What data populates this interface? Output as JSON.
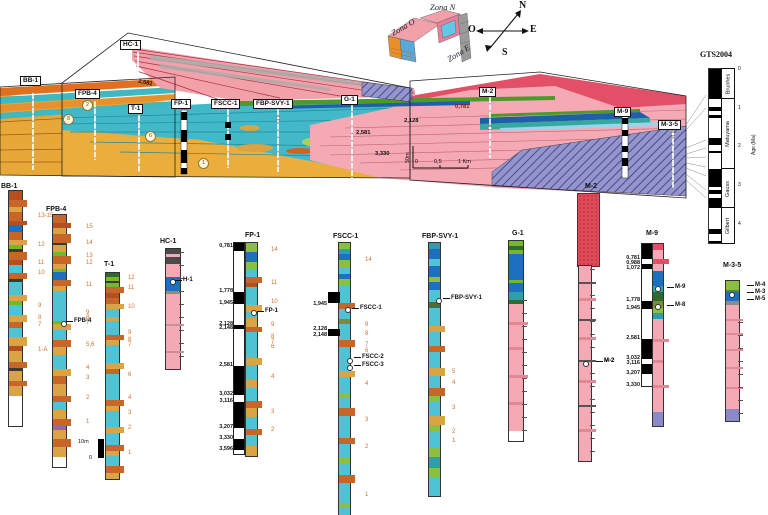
{
  "inset": {
    "zona_o": "Zona O",
    "zona_n": "Zona N",
    "zona_e": "Zona E",
    "compass": {
      "n": "N",
      "e": "E",
      "s": "S",
      "o": "O"
    }
  },
  "section": {
    "wells": {
      "bb1": "BB-1",
      "fpb4": "FPB-4",
      "t1": "T-1",
      "hc1": "HC-1",
      "fp1": "FP-1",
      "fscc1": "FSCC-1",
      "fbpsvy1": "FBP-SVY-1",
      "g1": "G-1",
      "m2": "M-2",
      "m9": "M-9",
      "m35": "M-3-5"
    },
    "age_labels": {
      "fan": "2,581",
      "top_red": "0,781",
      "a2128": "2,128",
      "a2581": "2,581",
      "a3330": "3,330"
    },
    "scale": {
      "v": "50m",
      "h0": "0",
      "h05": "0,5",
      "h1": "1 Km"
    },
    "circles": [
      "2",
      "8",
      "6",
      "1"
    ]
  },
  "gts": {
    "title": "GTS2004",
    "chrons": [
      "Brunhes",
      "Matuyama",
      "Gauss",
      "Gilbert"
    ],
    "axis": "Age (Ma)",
    "ticks": [
      "0",
      "1",
      "2",
      "3",
      "4"
    ],
    "polarity": [
      [
        "#000",
        30
      ],
      [
        "#fff",
        8
      ],
      [
        "#000",
        4
      ],
      [
        "#fff",
        4
      ],
      [
        "#000",
        3
      ],
      [
        "#fff",
        20
      ],
      [
        "#000",
        7
      ],
      [
        "#fff",
        6
      ],
      [
        "#000",
        2
      ],
      [
        "#fff",
        16
      ],
      [
        "#000",
        18
      ],
      [
        "#fff",
        3
      ],
      [
        "#000",
        4
      ],
      [
        "#fff",
        4
      ],
      [
        "#000",
        10
      ],
      [
        "#fff",
        21
      ],
      [
        "#000",
        5
      ],
      [
        "#fff",
        7
      ],
      [
        "#000",
        2
      ]
    ]
  },
  "scalebar": {
    "v": "10m",
    "zero": "0"
  },
  "logs": {
    "bb1": {
      "title": "BB-1",
      "units": [
        "13-15",
        "12",
        "11",
        "10",
        "9",
        "8",
        "7",
        "1-A"
      ],
      "bands": [
        [
          "#B5501E",
          9
        ],
        [
          "#C8662A",
          7,
          18
        ],
        [
          "#D9A445",
          5
        ],
        [
          "#C8662A",
          9
        ],
        [
          "#B5501E",
          4,
          18
        ],
        [
          "#1D6FC0",
          7
        ],
        [
          "#C8662A",
          8
        ],
        [
          "#D9A445",
          5,
          18
        ],
        [
          "#76B82A",
          4
        ],
        [
          "#3A3A3A",
          3
        ],
        [
          "#C8662A",
          8,
          18
        ],
        [
          "#B5501E",
          5
        ],
        [
          "#4FC3D4",
          8
        ],
        [
          "#C8662A",
          6,
          18
        ],
        [
          "#3A3A3A",
          3
        ],
        [
          "#4FC3D4",
          13
        ],
        [
          "#D9A445",
          6,
          18
        ],
        [
          "#76B82A",
          4
        ],
        [
          "#4FC3D4",
          10
        ],
        [
          "#D9A445",
          7,
          18
        ],
        [
          "#C8662A",
          6
        ],
        [
          "#4FC3D4",
          9
        ],
        [
          "#D9A445",
          9,
          18
        ],
        [
          "#B5501E",
          5
        ],
        [
          "#D9A445",
          11
        ],
        [
          "#C8662A",
          6,
          18
        ],
        [
          "#3A3A3A",
          3
        ],
        [
          "#D9A445",
          10
        ],
        [
          "#C8662A",
          5,
          18
        ],
        [
          "#D9A445",
          10
        ]
      ]
    },
    "fpb4": {
      "title": "FPB-4",
      "marker": "FPB-4",
      "units": [
        "15",
        "14",
        "13",
        "12",
        "11",
        "9",
        "8",
        "7",
        "5,6",
        "4",
        "3",
        "2",
        "1"
      ],
      "bands": [
        [
          "#C8662A",
          8
        ],
        [
          "#B5501E",
          5,
          18
        ],
        [
          "#D9A445",
          6
        ],
        [
          "#C8662A",
          9,
          18
        ],
        [
          "#3A3A3A",
          2
        ],
        [
          "#D9A445",
          7
        ],
        [
          "#76B82A",
          4
        ],
        [
          "#C8662A",
          8,
          18
        ],
        [
          "#D9A445",
          5
        ],
        [
          "#76B82A",
          3
        ],
        [
          "#1D6FC0",
          8
        ],
        [
          "#C8662A",
          6,
          18
        ],
        [
          "#D9A445",
          5
        ],
        [
          "#4FC3D4",
          30
        ],
        [
          "#76B82A",
          3
        ],
        [
          "#D9A445",
          6,
          18
        ],
        [
          "#4FC3D4",
          10
        ],
        [
          "#C8662A",
          7,
          18
        ],
        [
          "#D9A445",
          8
        ],
        [
          "#4FC3D4",
          14
        ],
        [
          "#D9A445",
          7,
          18
        ],
        [
          "#C8662A",
          8
        ],
        [
          "#D9A445",
          12
        ],
        [
          "#C8662A",
          6,
          18
        ],
        [
          "#4FC3D4",
          8
        ],
        [
          "#D9A445",
          9
        ],
        [
          "#C8662A",
          7,
          18
        ],
        [
          "#9467A8",
          4
        ],
        [
          "#D9A445",
          9
        ],
        [
          "#C8662A",
          8,
          18
        ],
        [
          "#D9A445",
          10
        ]
      ]
    },
    "t1": {
      "title": "T-1",
      "units": [
        "12",
        "11",
        "10",
        "9",
        "8",
        "7",
        "6",
        "4",
        "3",
        "2",
        "1"
      ],
      "bands": [
        [
          "#2F6B2F",
          4
        ],
        [
          "#76B82A",
          4
        ],
        [
          "#3A3A3A",
          2
        ],
        [
          "#76B82A",
          4
        ],
        [
          "#C8662A",
          6,
          18
        ],
        [
          "#B5501E",
          5
        ],
        [
          "#C8662A",
          6
        ],
        [
          "#D9A445",
          5,
          18
        ],
        [
          "#4FC3D4",
          8
        ],
        [
          "#D9A445",
          4
        ],
        [
          "#4FC3D4",
          14
        ],
        [
          "#C8662A",
          5,
          18
        ],
        [
          "#D9A445",
          5
        ],
        [
          "#4FC3D4",
          18
        ],
        [
          "#D9A445",
          6,
          18
        ],
        [
          "#C8662A",
          5
        ],
        [
          "#4FC3D4",
          26
        ],
        [
          "#C8662A",
          6,
          18
        ],
        [
          "#D9A445",
          5
        ],
        [
          "#4FC3D4",
          16
        ],
        [
          "#D9A445",
          6,
          18
        ],
        [
          "#4FC3D4",
          12
        ],
        [
          "#C8662A",
          6,
          18
        ],
        [
          "#D9A445",
          5
        ],
        [
          "#4FC3D4",
          10
        ],
        [
          "#C8662A",
          7,
          18
        ],
        [
          "#D9A445",
          6
        ]
      ]
    },
    "hc1": {
      "title": "HC-1",
      "marker": "H-1",
      "bands": [
        [
          "#4A4A4A",
          5
        ],
        [
          "#F4A9B5",
          3
        ],
        [
          "#4A4A4A",
          7
        ],
        [
          "#F4A9B5",
          13
        ],
        [
          "#1D6FC0",
          14
        ],
        [
          "#8C8C8C",
          3
        ],
        [
          "#F4A9B5",
          30
        ],
        [
          "#C89098",
          2,
          18
        ],
        [
          "#F4A9B5",
          25
        ],
        [
          "#C89098",
          2,
          18
        ],
        [
          "#F4A9B5",
          16
        ]
      ]
    },
    "fp1": {
      "title": "FP-1",
      "marker": "FP-1",
      "ages": [
        "0,781",
        "1,778",
        "1,945",
        "2,128",
        "2,148",
        "2,581",
        "3,032",
        "3,116",
        "3,207",
        "3,330",
        "3,596"
      ],
      "units": [
        "14",
        "11",
        "10",
        "9",
        "8",
        "7",
        "6",
        "4",
        "3",
        "2"
      ],
      "polarity": [
        [
          "#000",
          8
        ],
        [
          "#fff",
          41
        ],
        [
          "#000",
          12
        ],
        [
          "#fff",
          21
        ],
        [
          "#000",
          4
        ],
        [
          "#fff",
          37
        ],
        [
          "#000",
          29
        ],
        [
          "#fff",
          7
        ],
        [
          "#000",
          26
        ],
        [
          "#fff",
          11
        ],
        [
          "#000",
          11
        ],
        [
          "#fff",
          4
        ]
      ],
      "bands": [
        [
          "#8CBF3F",
          9
        ],
        [
          "#1D6FC0",
          10
        ],
        [
          "#8CBF3F",
          7
        ],
        [
          "#4FC3D4",
          8
        ],
        [
          "#C8662A",
          6,
          16
        ],
        [
          "#B5501E",
          4
        ],
        [
          "#4FC3D4",
          18
        ],
        [
          "#D9A445",
          7,
          16
        ],
        [
          "#4FC3D4",
          6
        ],
        [
          "#D9A445",
          9
        ],
        [
          "#C8662A",
          5,
          16
        ],
        [
          "#4FC3D4",
          26
        ],
        [
          "#D9A445",
          7,
          16
        ],
        [
          "#4FC3D4",
          15
        ],
        [
          "#D9A445",
          8
        ],
        [
          "#4FC3D4",
          13
        ],
        [
          "#C8662A",
          7,
          16
        ],
        [
          "#D9A445",
          9
        ],
        [
          "#4FC3D4",
          12
        ],
        [
          "#C8662A",
          6,
          16
        ],
        [
          "#4FC3D4",
          11
        ],
        [
          "#D9A445",
          10
        ]
      ]
    },
    "fscc1": {
      "title": "FSCC-1",
      "markers": [
        "FSCC-1",
        "FSCC-2",
        "FSCC-3"
      ],
      "ages": [
        "1,945",
        "2,128",
        "2,148"
      ],
      "units": [
        "14",
        "9",
        "8",
        "7",
        "6",
        "4",
        "3",
        "2",
        "1"
      ],
      "bands": [
        [
          "#8CBF3F",
          6
        ],
        [
          "#2E9FA8",
          5
        ],
        [
          "#1D6FC0",
          6
        ],
        [
          "#8CBF3F",
          8
        ],
        [
          "#4FC3D4",
          6
        ],
        [
          "#1D6FC0",
          5
        ],
        [
          "#8CBF3F",
          6
        ],
        [
          "#4FC3D4",
          18
        ],
        [
          "#C8662A",
          6,
          16
        ],
        [
          "#4FC3D4",
          10
        ],
        [
          "#7A8B3A",
          5
        ],
        [
          "#4FC3D4",
          16
        ],
        [
          "#C8662A",
          7,
          16
        ],
        [
          "#4FC3D4",
          24
        ],
        [
          "#D9A445",
          6,
          16
        ],
        [
          "#4FC3D4",
          16
        ],
        [
          "#8CBF3F",
          5
        ],
        [
          "#4FC3D4",
          10
        ],
        [
          "#C8662A",
          8,
          16
        ],
        [
          "#4FC3D4",
          22
        ],
        [
          "#C8662A",
          6,
          16
        ],
        [
          "#4FC3D4",
          13
        ],
        [
          "#8CBF3F",
          6
        ],
        [
          "#4FC3D4",
          12
        ],
        [
          "#C8662A",
          8,
          16
        ],
        [
          "#4FC3D4",
          20
        ],
        [
          "#8CBF3F",
          5
        ],
        [
          "#4FC3D4",
          11
        ]
      ]
    },
    "fbpsvy1": {
      "title": "FBP-SVY-1",
      "marker": "FBP-SVY-1",
      "units": [
        "5",
        "4",
        "3",
        "2",
        "1"
      ],
      "bands": [
        [
          "#2E9FA8",
          6
        ],
        [
          "#1D6FC0",
          10
        ],
        [
          "#4FC3D4",
          7
        ],
        [
          "#1D6FC0",
          11
        ],
        [
          "#8CBF3F",
          5
        ],
        [
          "#1D6FC0",
          8
        ],
        [
          "#4FC3D4",
          12
        ],
        [
          "#556B2F",
          6
        ],
        [
          "#4FC3D4",
          18
        ],
        [
          "#D9A445",
          6,
          16
        ],
        [
          "#4FC3D4",
          14
        ],
        [
          "#C8662A",
          6,
          16
        ],
        [
          "#4FC3D4",
          16
        ],
        [
          "#D9A445",
          8,
          16
        ],
        [
          "#4FC3D4",
          12
        ],
        [
          "#C8662A",
          8,
          16
        ],
        [
          "#8CBF3F",
          6
        ],
        [
          "#4FC3D4",
          14
        ],
        [
          "#D9A445",
          9,
          16
        ],
        [
          "#8CBF3F",
          7
        ],
        [
          "#4FC3D4",
          16
        ],
        [
          "#8CBF3F",
          9
        ],
        [
          "#2E9FA8",
          11
        ],
        [
          "#8CBF3F",
          9
        ],
        [
          "#4FC3D4",
          19
        ]
      ]
    },
    "g1": {
      "title": "G-1",
      "bands": [
        [
          "#76B82A",
          5
        ],
        [
          "#2F6B2F",
          4
        ],
        [
          "#76B82A",
          4
        ],
        [
          "#1D6FC0",
          26
        ],
        [
          "#76B82A",
          3
        ],
        [
          "#1D6FC0",
          9
        ],
        [
          "#2E9FA8",
          8
        ],
        [
          "#2F6B2F",
          4
        ],
        [
          "#F4A9B5",
          18
        ],
        [
          "#E08995",
          3,
          19
        ],
        [
          "#F4A9B5",
          22
        ],
        [
          "#E08995",
          3
        ],
        [
          "#F4A9B5",
          25
        ],
        [
          "#E08995",
          3,
          19
        ],
        [
          "#F4A9B5",
          24
        ],
        [
          "#E08995",
          3
        ],
        [
          "#F4A9B5",
          26
        ]
      ]
    },
    "m2": {
      "title": "M-2",
      "marker": "M-2",
      "bands": [
        [
          "#F4A9B5",
          16
        ],
        [
          "#555555",
          2,
          17
        ],
        [
          "#F4A9B5",
          14
        ],
        [
          "#E08995",
          3,
          17
        ],
        [
          "#F4A9B5",
          18
        ],
        [
          "#555555",
          2,
          17
        ],
        [
          "#F4A9B5",
          16
        ],
        [
          "#E08995",
          3,
          17
        ],
        [
          "#F4A9B5",
          20
        ],
        [
          "#555555",
          2,
          17
        ],
        [
          "#F4A9B5",
          18
        ],
        [
          "#E08995",
          3,
          17
        ],
        [
          "#F4A9B5",
          22
        ],
        [
          "#555555",
          2,
          17
        ],
        [
          "#F4A9B5",
          22
        ],
        [
          "#E08995",
          3,
          17
        ],
        [
          "#F4A9B5",
          29
        ]
      ]
    },
    "m9": {
      "title": "M-9",
      "markers": [
        "M-9",
        "M-8"
      ],
      "pointer": "M-2",
      "ages": [
        "0,781",
        "0,988",
        "1,072",
        "1,778",
        "1,945",
        "2,581",
        "3,032",
        "3,116",
        "3,207",
        "3,330"
      ],
      "polarity": [
        [
          "#000",
          15
        ],
        [
          "#fff",
          5
        ],
        [
          "#000",
          5
        ],
        [
          "#fff",
          32
        ],
        [
          "#000",
          8
        ],
        [
          "#fff",
          30
        ],
        [
          "#000",
          20
        ],
        [
          "#fff",
          5
        ],
        [
          "#000",
          10
        ],
        [
          "#fff",
          12
        ]
      ],
      "bands": [
        [
          "#E25068",
          6
        ],
        [
          "#F4A9B5",
          9
        ],
        [
          "#E25068",
          5,
          16
        ],
        [
          "#F4A9B5",
          7
        ],
        [
          "#1D6FC0",
          15
        ],
        [
          "#2E9FA8",
          6
        ],
        [
          "#2F6B2F",
          9
        ],
        [
          "#7A8B3A",
          7
        ],
        [
          "#8CBF3F",
          5
        ],
        [
          "#2E9FA8",
          6
        ],
        [
          "#F4A9B5",
          20
        ],
        [
          "#E08995",
          3,
          16
        ],
        [
          "#F4A9B5",
          18
        ],
        [
          "#E08995",
          3
        ],
        [
          "#F4A9B5",
          22
        ],
        [
          "#E08995",
          3,
          16
        ],
        [
          "#F4A9B5",
          24
        ],
        [
          "#8A8AC8",
          14
        ]
      ]
    },
    "m35": {
      "title": "M-3-5",
      "markers": [
        "M-4",
        "M-3",
        "M-5"
      ],
      "bands": [
        [
          "#8CBF3F",
          9
        ],
        [
          "#4A8F1F",
          2
        ],
        [
          "#1D6FC0",
          9
        ],
        [
          "#8C8C8C",
          4
        ],
        [
          "#F4A9B5",
          14
        ],
        [
          "#E08995",
          2,
          17
        ],
        [
          "#F4A9B5",
          12
        ],
        [
          "#E08995",
          2,
          17
        ],
        [
          "#F4A9B5",
          14
        ],
        [
          "#E08995",
          2,
          17
        ],
        [
          "#F4A9B5",
          16
        ],
        [
          "#E08995",
          2,
          17
        ],
        [
          "#F4A9B5",
          18
        ],
        [
          "#E08995",
          2,
          17
        ],
        [
          "#F4A9B5",
          20
        ],
        [
          "#8A8AC8",
          12
        ]
      ]
    }
  }
}
